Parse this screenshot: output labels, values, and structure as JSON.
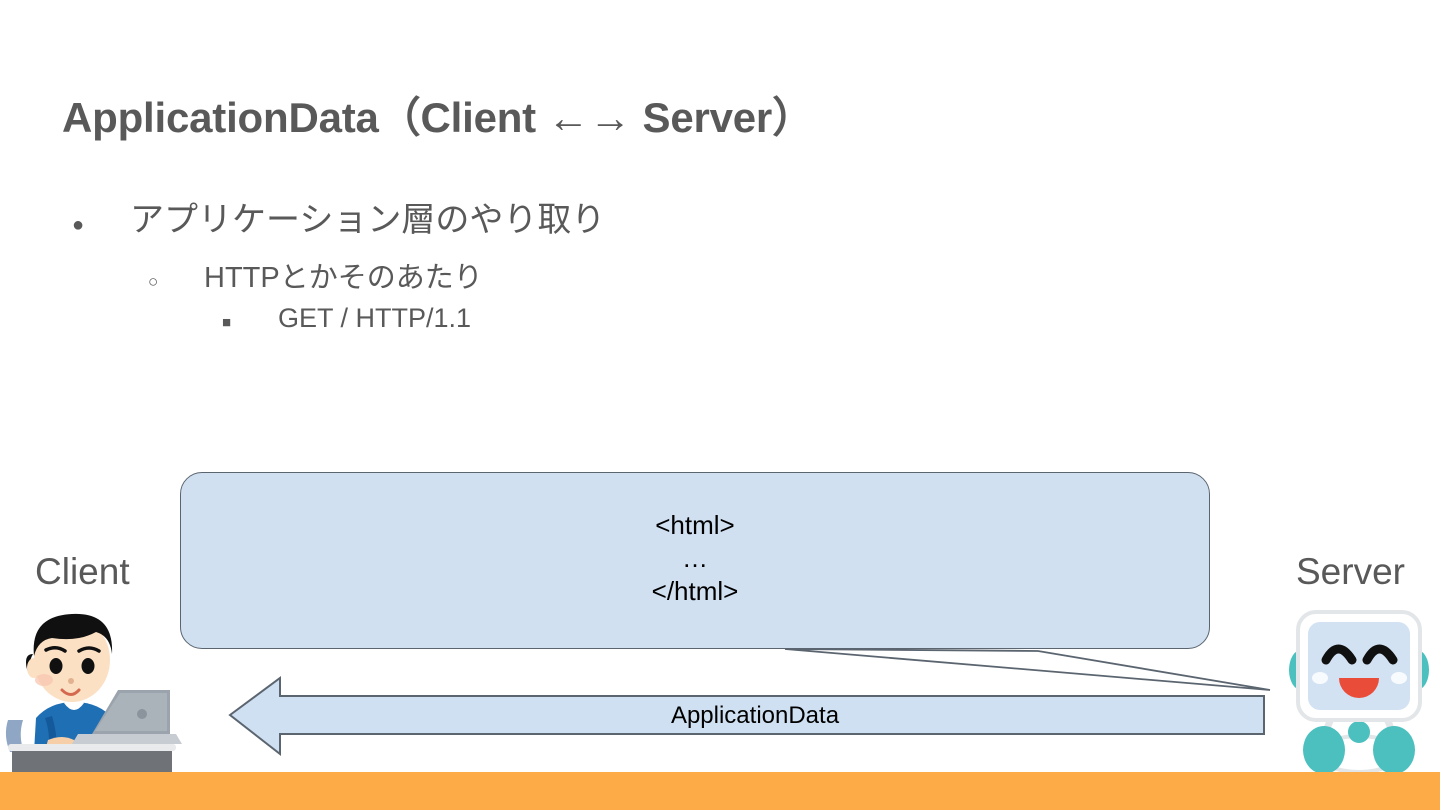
{
  "slide": {
    "title": "ApplicationData（Client ←→ Server）",
    "background_color": "#ffffff",
    "title_color": "#595959",
    "accent_color": "#fcab46",
    "bubble_fill": "#d0e0f1",
    "bubble_stroke": "#5b6570",
    "arrow_fill": "#cfe0f2",
    "arrow_stroke": "#5b6570"
  },
  "bullets": [
    {
      "level": 1,
      "marker": "●",
      "text": "アプリケーション層のやり取り"
    },
    {
      "level": 2,
      "marker": "○",
      "text": "HTTPとかそのあたり"
    },
    {
      "level": 3,
      "marker": "■",
      "text": "GET / HTTP/1.1"
    }
  ],
  "diagram": {
    "client_label": "Client",
    "server_label": "Server",
    "bubble_lines": [
      "<html>",
      "…",
      "</html>"
    ],
    "arrow_label": "ApplicationData",
    "arrow_direction": "server-to-client",
    "client_icon": "person-at-laptop-icon",
    "server_icon": "smiling-robot-icon"
  }
}
